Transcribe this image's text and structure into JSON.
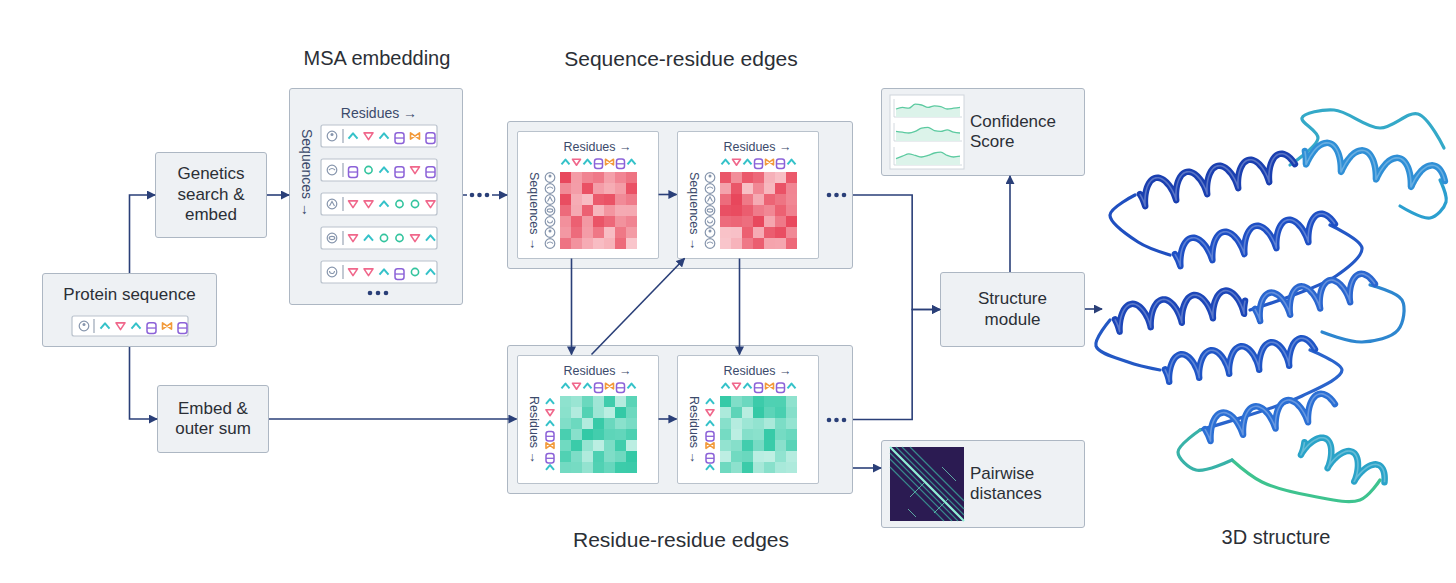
{
  "diagram": {
    "nodes": [
      {
        "text": [
          "Protein sequence"
        ]
      },
      {
        "text": [
          "Genetics search & embed"
        ]
      },
      {
        "text": [
          "Embed & outer sum"
        ]
      },
      {
        "text": [
          "MSA embedding",
          "Residues →",
          "Sequences →"
        ]
      },
      {
        "text": [
          "Sequence-residue edges"
        ]
      },
      {
        "text": [
          "Residues →",
          "Sequences →"
        ],
        "in": 4
      },
      {
        "text": [
          "Residues →",
          "Sequences →"
        ],
        "in": 4
      },
      {
        "text": [
          "Residue-residue edges"
        ]
      },
      {
        "text": [
          "Residues →",
          "Residues →"
        ],
        "in": 7
      },
      {
        "text": [
          "Residues →",
          "Residues →"
        ],
        "in": 7
      },
      {
        "text": [
          "Confidence Score"
        ]
      },
      {
        "text": [
          "Structure module"
        ]
      },
      {
        "text": [
          "Pairwise distances"
        ]
      }
    ],
    "edges": [
      {
        "from": 0,
        "to": 1,
        "arrow": "to"
      },
      {
        "from": 0,
        "to": 2,
        "arrow": "to"
      },
      {
        "from": 1,
        "to": 3,
        "arrow": "to"
      },
      {
        "from": 3,
        "to": 4,
        "arrow": "to"
      },
      {
        "from": 5,
        "to": 6,
        "arrow": "to"
      },
      {
        "from": 5,
        "to": 8,
        "arrow": "to"
      },
      {
        "from": 8,
        "to": 6,
        "arrow": "to"
      },
      {
        "from": 6,
        "to": 9,
        "arrow": "to"
      },
      {
        "from": 2,
        "to": 8,
        "arrow": "to"
      },
      {
        "from": 8,
        "to": 9,
        "arrow": "to"
      },
      {
        "from": 4,
        "to": 11,
        "arrow": "to"
      },
      {
        "from": 7,
        "to": 11,
        "arrow": "to"
      },
      {
        "from": 11,
        "to": 10,
        "arrow": "to"
      },
      {
        "from": 7,
        "to": 12,
        "arrow": "to"
      }
    ],
    "labels": [
      "3D structure"
    ]
  }
}
